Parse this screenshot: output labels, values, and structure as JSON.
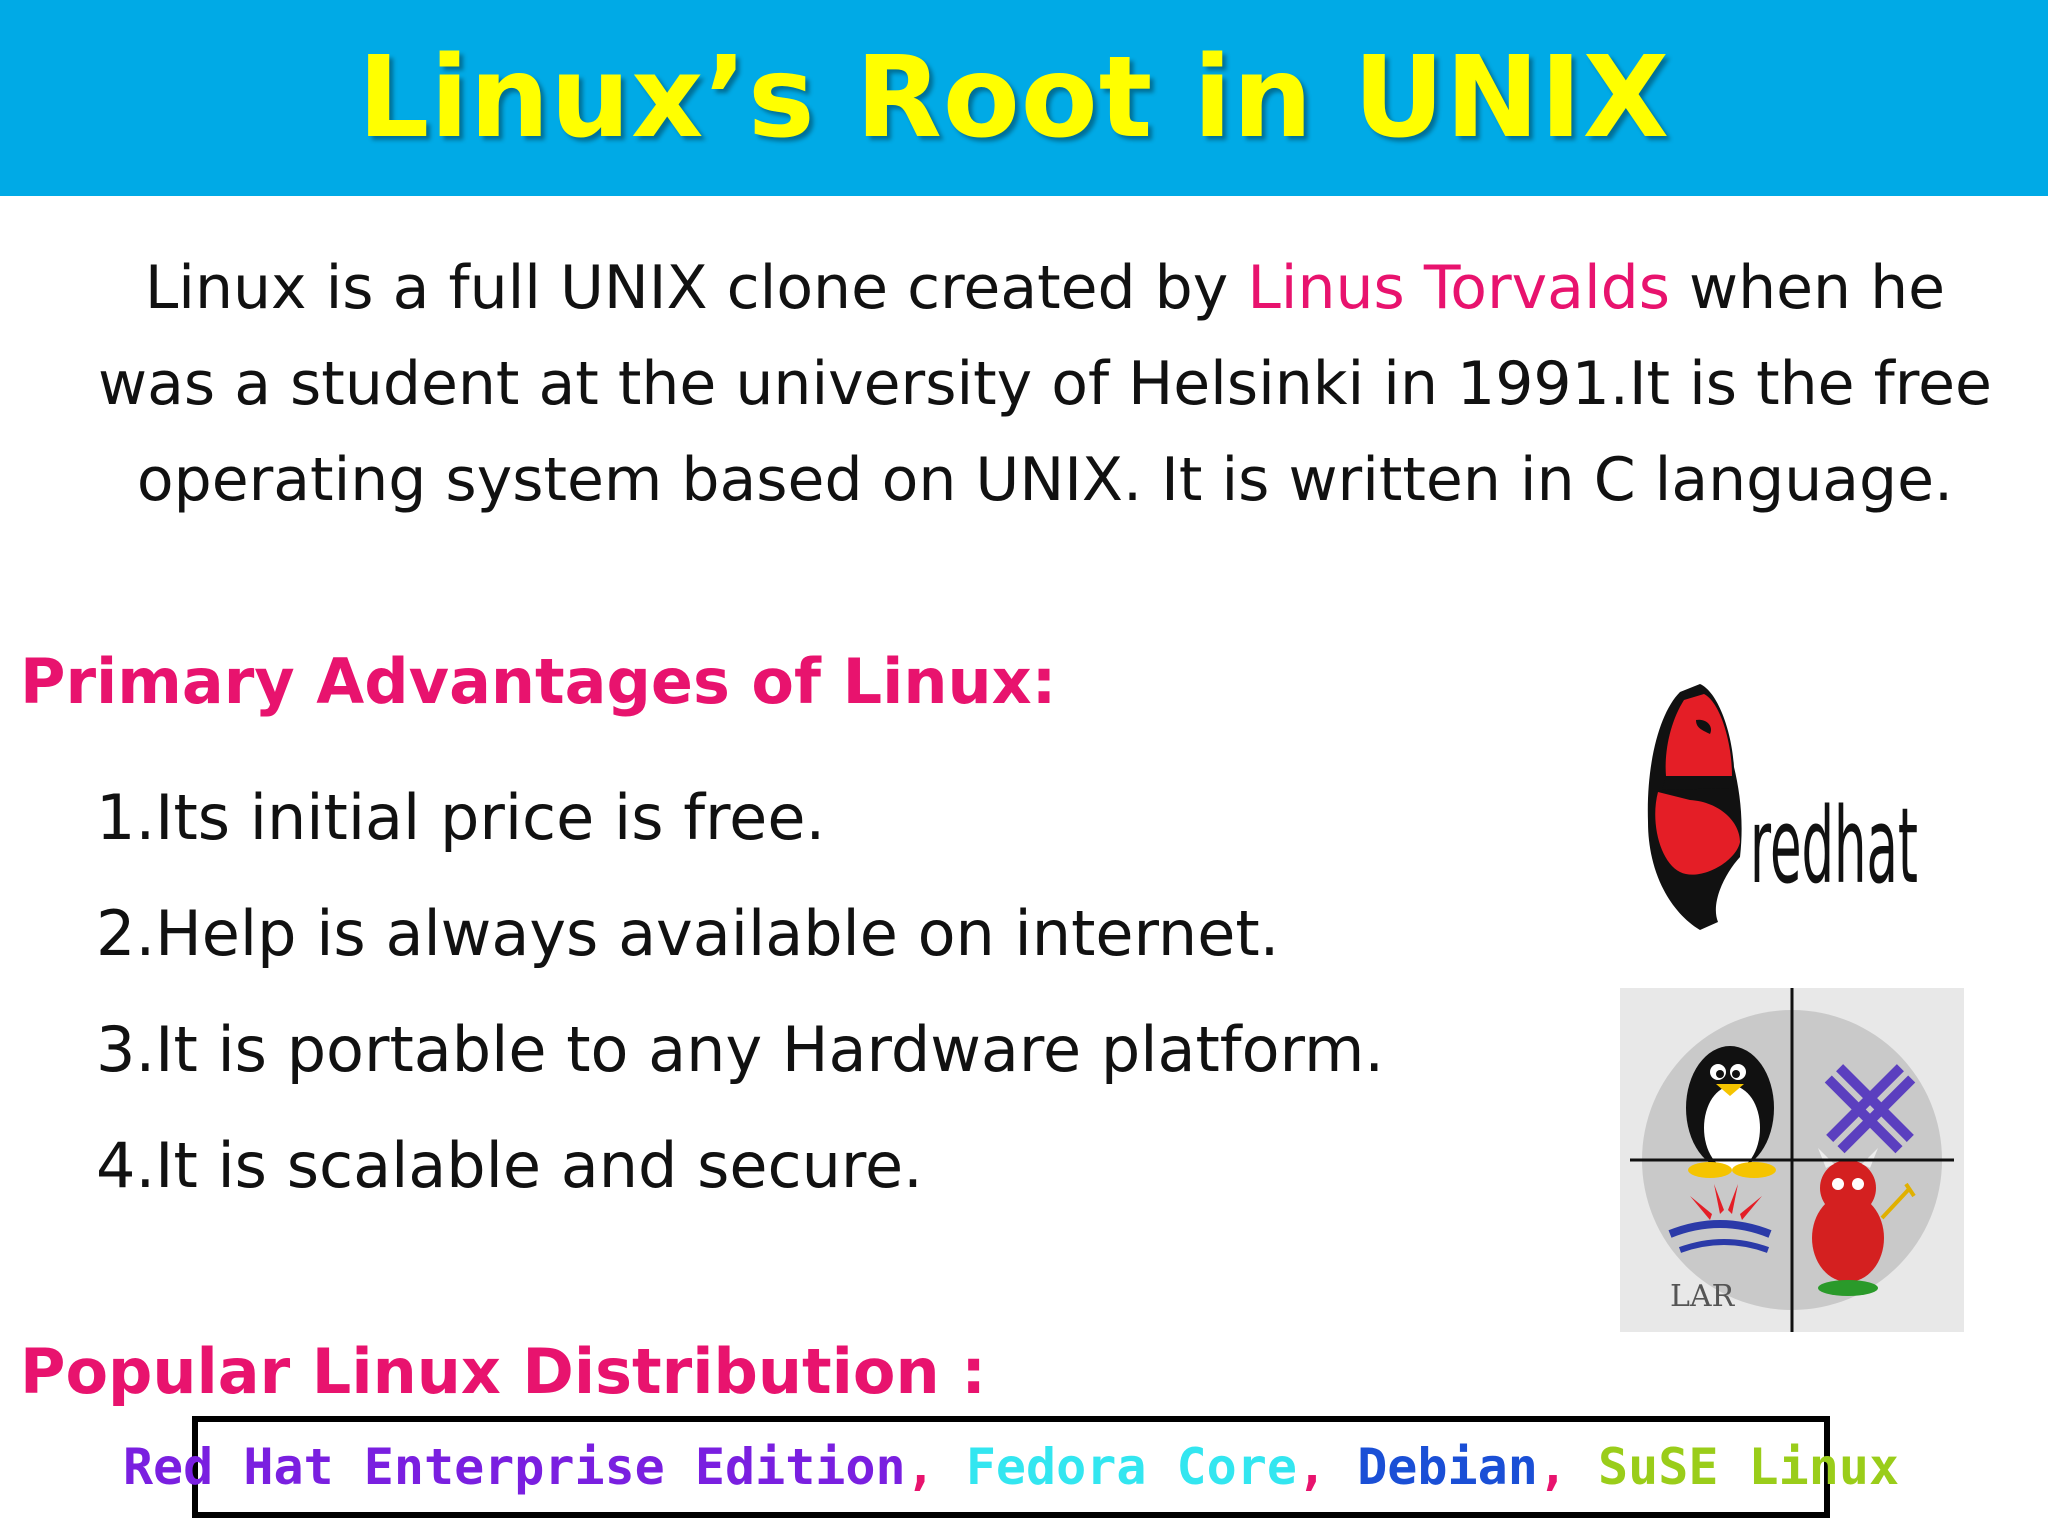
{
  "header": {
    "title": "Linux’s Root in UNIX"
  },
  "intro": {
    "before": "Linux is a full UNIX clone created by ",
    "highlight": "Linus Torvalds",
    "after": " when he was a student at the university of Helsinki in 1991.It is the free operating system based on UNIX. It is written in C language."
  },
  "advantages": {
    "heading": "Primary Advantages of Linux:",
    "items": [
      "1.Its initial price is free.",
      "2.Help is always available on internet.",
      "3.It is portable to any Hardware platform.",
      "4.It is scalable and secure."
    ]
  },
  "distributions": {
    "heading": "Popular Linux Distribution :",
    "items": [
      {
        "name": "Red Hat Enterprise Edition",
        "color": "#7a1fe0"
      },
      {
        "name": "Fedora Core",
        "color": "#33e6f0"
      },
      {
        "name": "Debian",
        "color": "#1a4fd6"
      },
      {
        "name": "SuSE Linux",
        "color": "#9acd1a"
      }
    ],
    "separator": ", ",
    "separator_color": "#e8136e"
  },
  "logos": {
    "redhat_wordmark": "redhat",
    "os_collage_text": "LAR"
  },
  "colors": {
    "header_bg": "#00aae6",
    "title": "#ffff00",
    "accent_pink": "#e8136e",
    "redhat_red": "#e41e26"
  }
}
